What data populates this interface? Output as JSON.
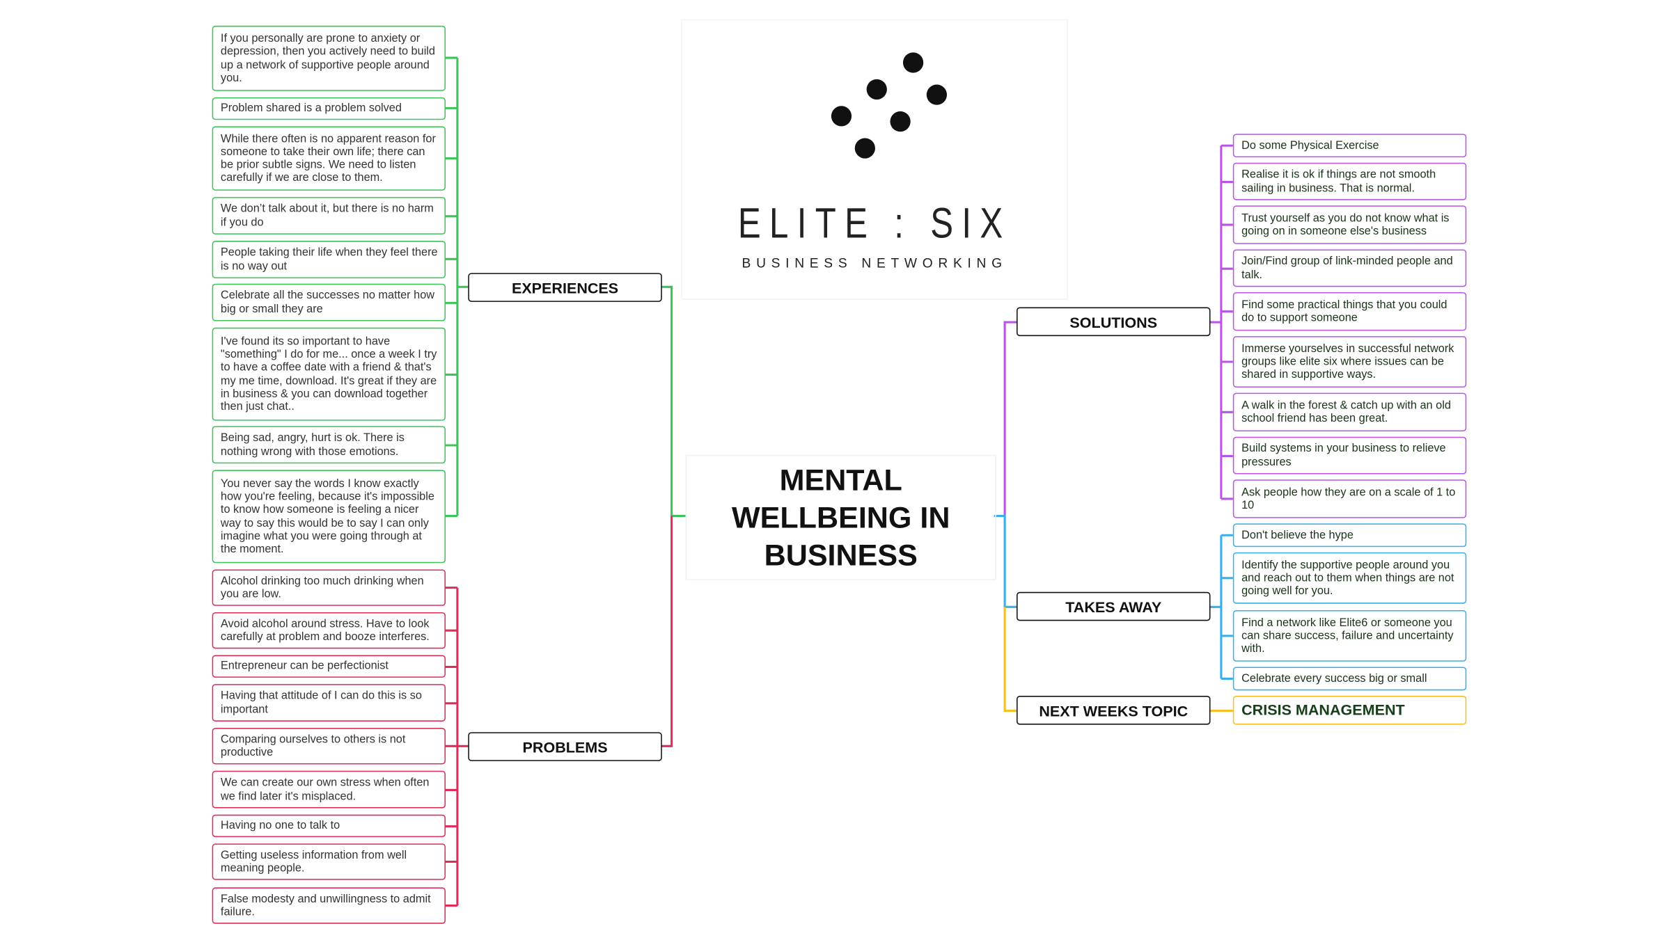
{
  "title": "MENTAL WELLBEING IN BUSINESS",
  "logo": {
    "name": "ELITE : SIX",
    "subtitle": "BUSINESS NETWORKING"
  },
  "branches": {
    "experiences": {
      "label": "EXPERIENCES",
      "items": [
        "If you personally are prone to anxiety or depression, then you actively need to build up a network of supportive people around you.",
        "Problem shared is a problem solved",
        "While there often is no apparent reason for someone to take their own life; there can be prior subtle signs. We need to listen carefully if we are close to them.",
        "We don’t talk about it, but there is no harm if you do",
        "People taking their life when they feel there is no way out",
        "Celebrate all the successes no matter how big or small they are",
        "I've found its so important to have \"something\" I do for me... once a week I try to have a coffee date with a friend & that's my me time, download. It's great if they are in business & you can download together then just chat..",
        "Being sad, angry, hurt is ok. There is nothing wrong with those emotions.",
        "You never say the words I know exactly how you're feeling, because it's impossible to know how someone is feeling a nicer way to say this would be to say I can only imagine what you were going through at the moment."
      ]
    },
    "problems": {
      "label": "PROBLEMS",
      "items": [
        "Alcohol drinking too much drinking when you are low.",
        "Avoid alcohol around stress. Have to look carefully at problem and booze interferes.",
        "Entrepreneur can be perfectionist",
        "Having that attitude of I can do this is so important",
        "Comparing ourselves to others is not productive",
        "We can create our own stress when often we find later it's misplaced.",
        "Having no one to talk to",
        "Getting useless information from well meaning people.",
        "False modesty and unwillingness to admit failure."
      ]
    },
    "solutions": {
      "label": "SOLUTIONS",
      "items": [
        "Do some Physical Exercise",
        "Realise it is ok if things are not smooth sailing in business. That is normal.",
        "Trust yourself as you do not know what is going on in someone else's business",
        "Join/Find group of link-minded people and talk.",
        "Find some practical things that you could do to support someone",
        "Immerse yourselves in successful network groups like elite six where issues can be shared in supportive ways.",
        "A walk in the forest & catch up with an old school friend has been great.",
        "Build systems in your business to relieve pressures",
        "Ask people how they are on a scale of 1 to 10"
      ]
    },
    "takes_away": {
      "label": "TAKES AWAY",
      "items": [
        "Don't believe the hype",
        "Identify the supportive people around you and reach out to them when things are not going well for you.",
        "Find a network like Elite6 or someone you can share success, failure and uncertainty with.",
        "Celebrate every success big or small"
      ]
    },
    "next_weeks_topic": {
      "label": "NEXT WEEKS TOPIC",
      "items": [
        "CRISIS MANAGEMENT"
      ]
    }
  },
  "colors": {
    "experiences": "#3cc35a",
    "problems": "#de2d5a",
    "solutions": "#b954e6",
    "takes_away": "#3aaeea",
    "next_weeks_topic": "#f5c024"
  }
}
